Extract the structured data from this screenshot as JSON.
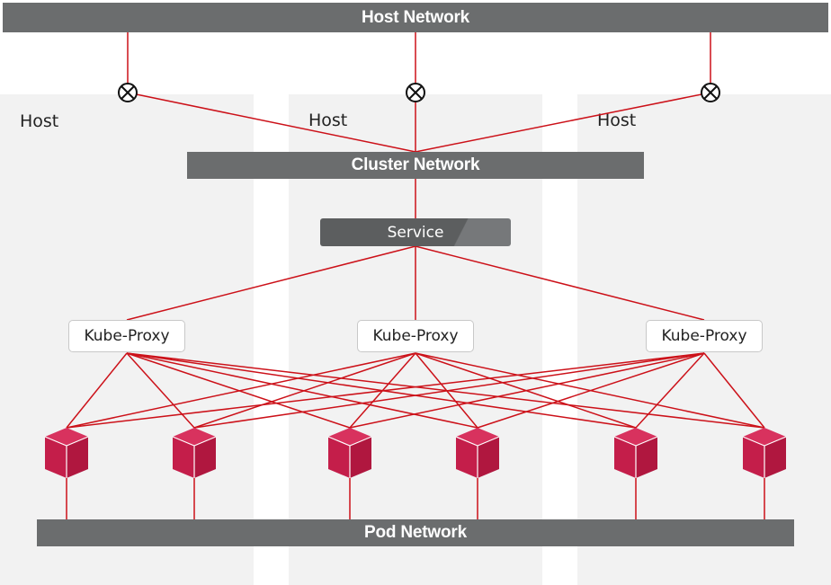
{
  "host_network": {
    "label": "Host Network"
  },
  "hosts": [
    {
      "label": "Host"
    },
    {
      "label": "Host"
    },
    {
      "label": "Host"
    }
  ],
  "cluster_network": {
    "label": "Cluster Network"
  },
  "service": {
    "label": "Service"
  },
  "kube_proxies": [
    {
      "label": "Kube-Proxy"
    },
    {
      "label": "Kube-Proxy"
    },
    {
      "label": "Kube-Proxy"
    }
  ],
  "pods": [
    {
      "icon": "pod-cube-icon"
    },
    {
      "icon": "pod-cube-icon"
    },
    {
      "icon": "pod-cube-icon"
    },
    {
      "icon": "pod-cube-icon"
    },
    {
      "icon": "pod-cube-icon"
    },
    {
      "icon": "pod-cube-icon"
    }
  ],
  "pod_network": {
    "label": "Pod Network"
  },
  "colors": {
    "bar_gray": "#6b6d6e",
    "host_bg": "#f2f2f2",
    "connector_red": "#cc1119",
    "pod_crimson": "#c41e4a"
  }
}
